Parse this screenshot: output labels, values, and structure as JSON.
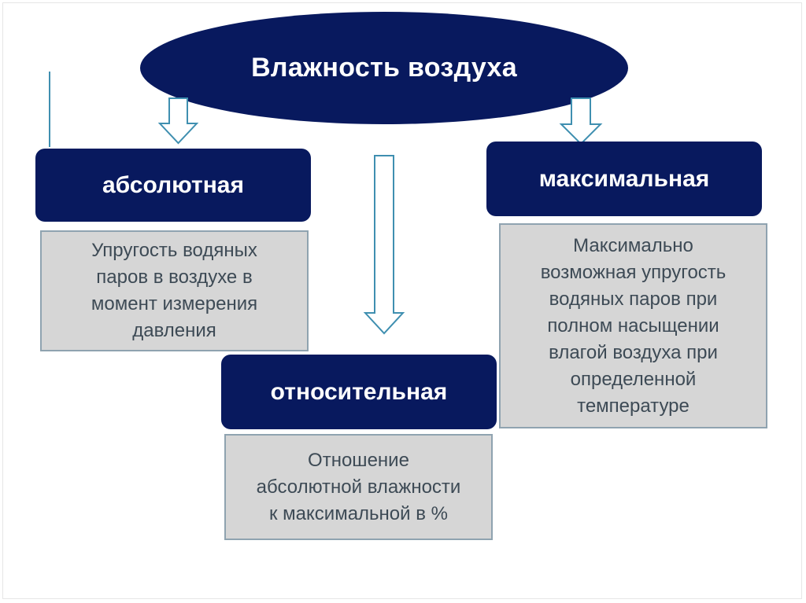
{
  "diagram": {
    "title": "Влажность воздуха",
    "categories": [
      {
        "id": "absolute",
        "label": "абсолютная",
        "description": "Упругость водяных\nпаров в воздухе в\nмомент измерения\nдавления"
      },
      {
        "id": "maximum",
        "label": "максимальная",
        "description": "Максимально\nвозможная упругость\nводяных паров при\nполном насыщении\nвлагой воздуха при\nопределенной\nтемпературе"
      },
      {
        "id": "relative",
        "label": "относительная",
        "description": "Отношение\nабсолютной влажности\nк максимальной в %"
      }
    ],
    "colors": {
      "dark_navy": "#08195e",
      "box_gray": "#d6d6d6",
      "box_border": "#8fa3b0",
      "arrow_outline": "#3f8fb0",
      "desc_text": "#3d4a55"
    }
  }
}
